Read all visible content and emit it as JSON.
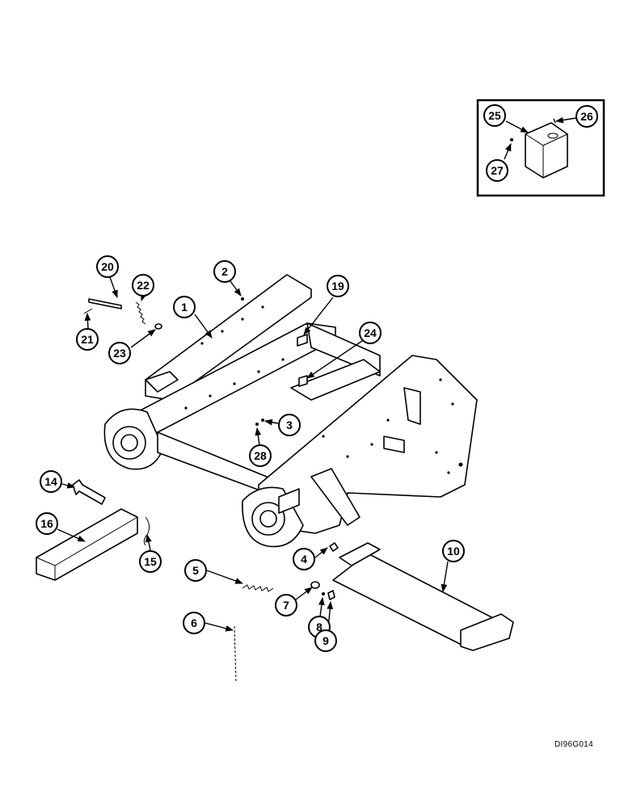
{
  "drawing_code": "DI96G014",
  "callouts": [
    "1",
    "2",
    "3",
    "4",
    "5",
    "6",
    "7",
    "8",
    "9",
    "10",
    "14",
    "15",
    "16",
    "19",
    "20",
    "21",
    "22",
    "23",
    "24",
    "25",
    "26",
    "27",
    "28"
  ]
}
